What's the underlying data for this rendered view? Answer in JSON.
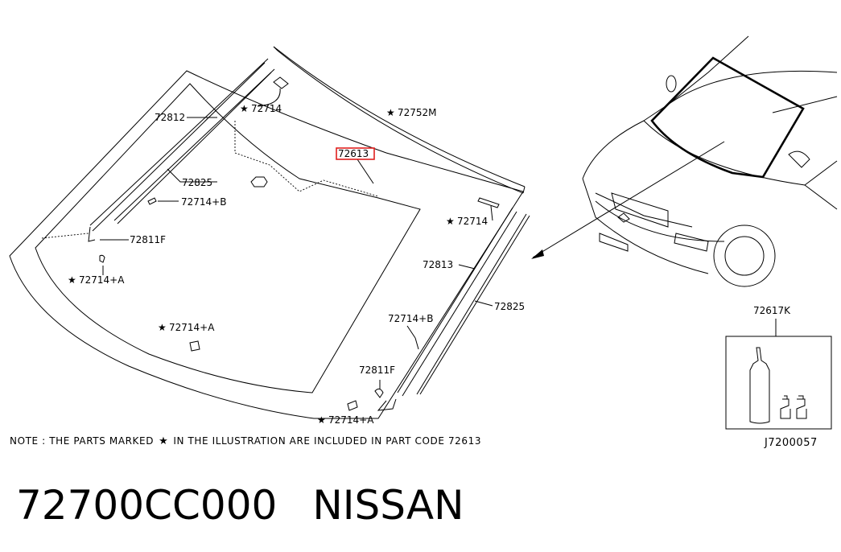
{
  "parts": {
    "p72812": "72812",
    "p72825_left": "72825",
    "p72714B_left": "72714+B",
    "p72811F_left": "72811F",
    "p72714A_left": "72714+A",
    "p72714A_center": "72714+A",
    "p72714_top": "72714",
    "p72752M": "72752M",
    "p72613": "72613",
    "p72714_right": "72714",
    "p72813": "72813",
    "p72825_right": "72825",
    "p72714B_right": "72714+B",
    "p72811F_right": "72811F",
    "p72714A_bottom": "72714+A",
    "p72617K": "72617K"
  },
  "star_symbol": "★",
  "highlight_color": "#e0201e",
  "note": {
    "prefix": "NOTE : THE PARTS MARKED",
    "suffix": "IN THE ILLUSTRATION ARE INCLUDED IN PART CODE  72613"
  },
  "diagram_code": "J7200057",
  "footer": {
    "part_number": "72700CC000",
    "brand": "NISSAN"
  }
}
